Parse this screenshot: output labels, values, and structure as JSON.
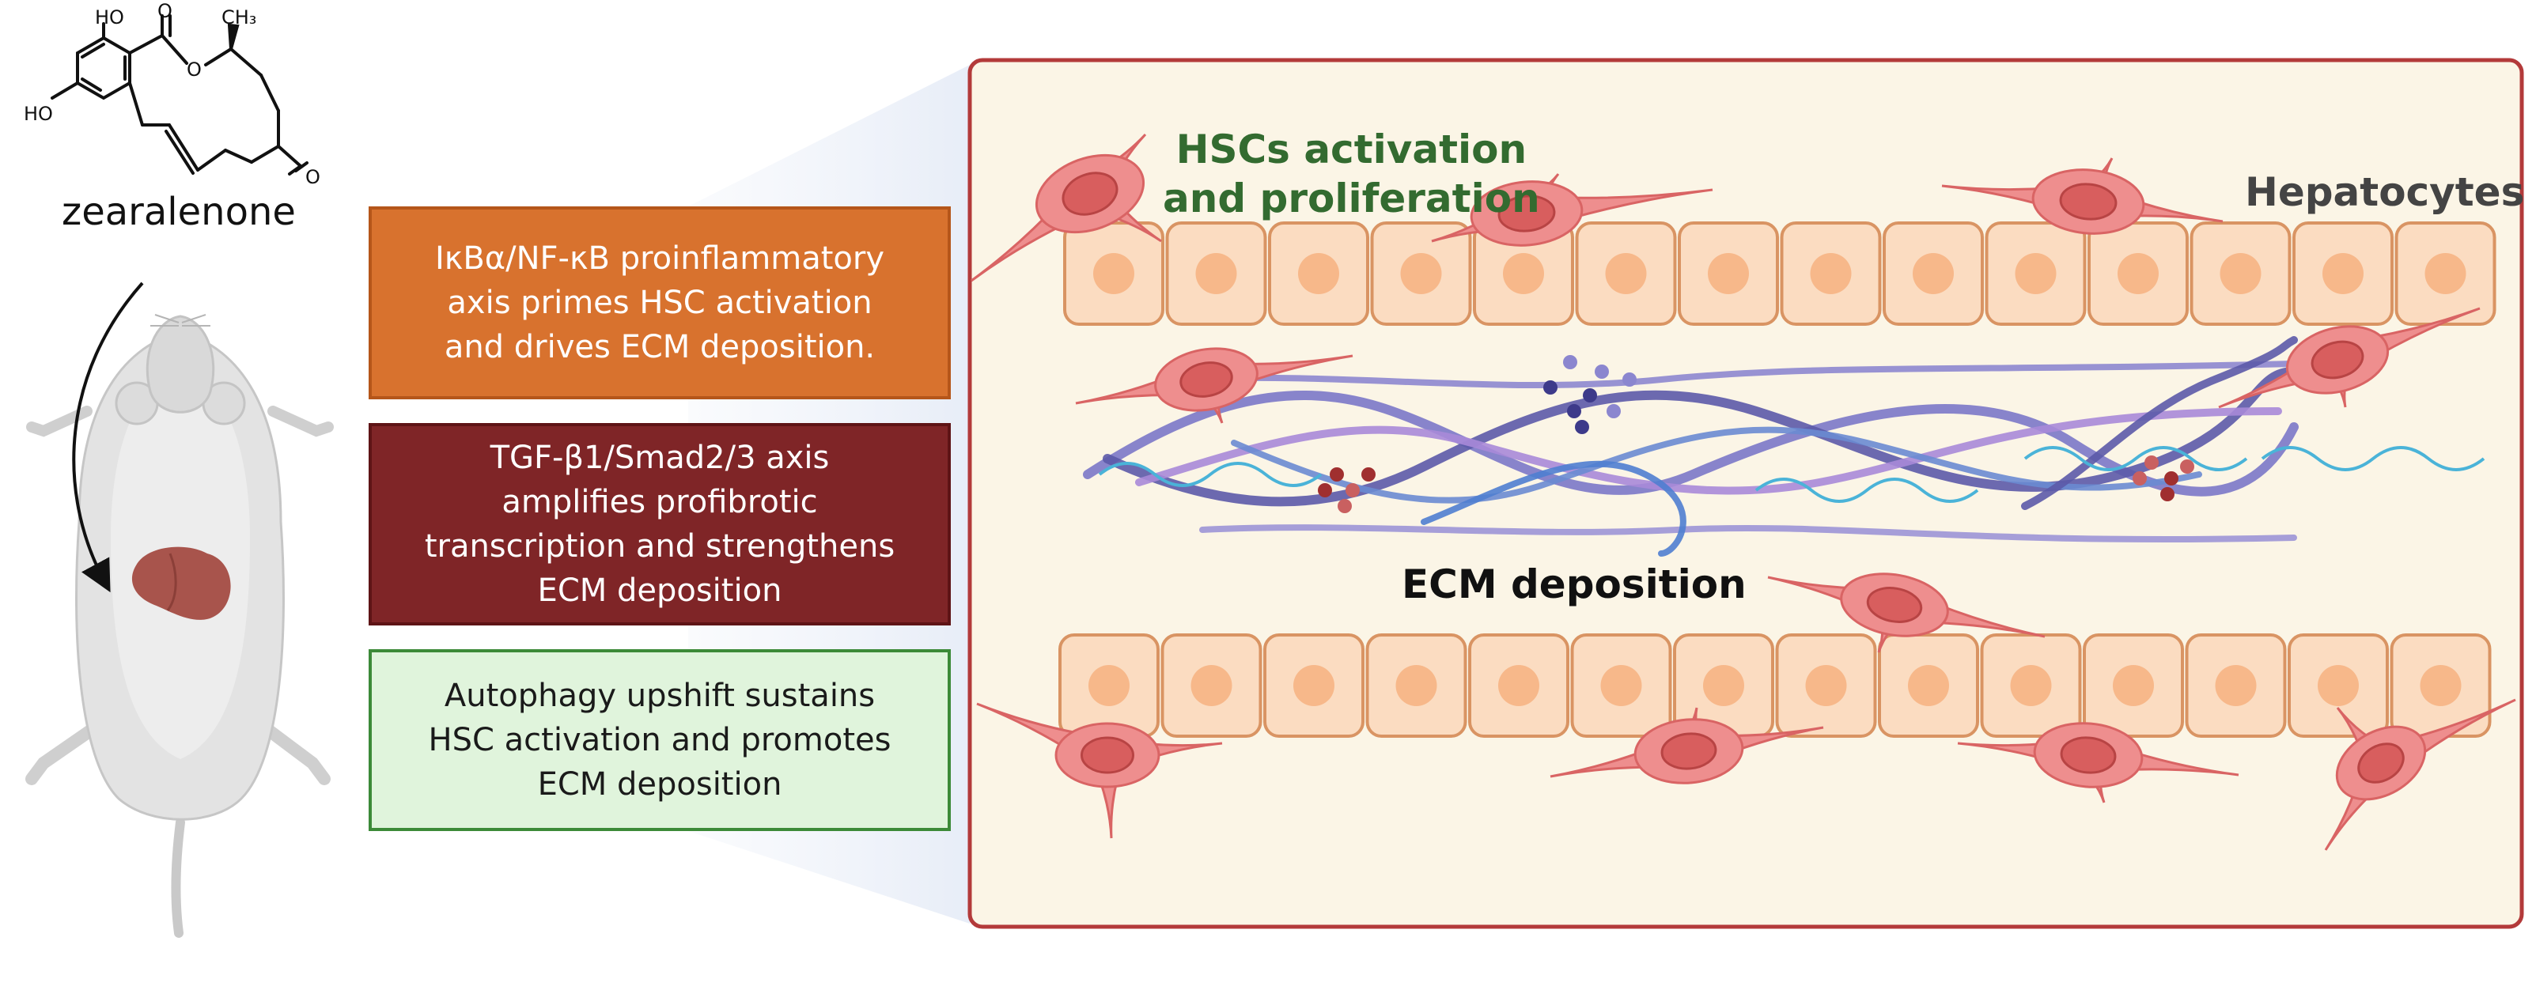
{
  "compound": {
    "name": "zearalenone",
    "atoms": {
      "ho_top": "HO",
      "ho_left": "HO",
      "ch3": "CH₃",
      "o_ring": "O",
      "o_carbonyl": "O",
      "o_ketone": "O"
    }
  },
  "mechanisms": [
    {
      "lines": [
        "IκBα/NF-κB proinflammatory",
        "axis primes HSC activation",
        "and drives ECM deposition."
      ],
      "color": "#d8722e"
    },
    {
      "lines": [
        "TGF-β1/Smad2/3 axis",
        "amplifies profibrotic",
        "transcription and strengthens",
        "ECM deposition"
      ],
      "color": "#7f2527"
    },
    {
      "lines": [
        "Autophagy upshift sustains",
        "HSC activation and promotes",
        "ECM deposition"
      ],
      "color": "#e0f4dc"
    }
  ],
  "liver_panel": {
    "hsc_label": [
      "HSCs activation",
      "and proliferation"
    ],
    "hepatocytes_label": "Hepatocytes",
    "ecm_label": "ECM deposition"
  },
  "colors": {
    "panel_bg": "#fbf5e6",
    "panel_border": "#b33a3a",
    "hepatocyte": "#fbdcc1",
    "hsc": "#ee8e8e"
  }
}
